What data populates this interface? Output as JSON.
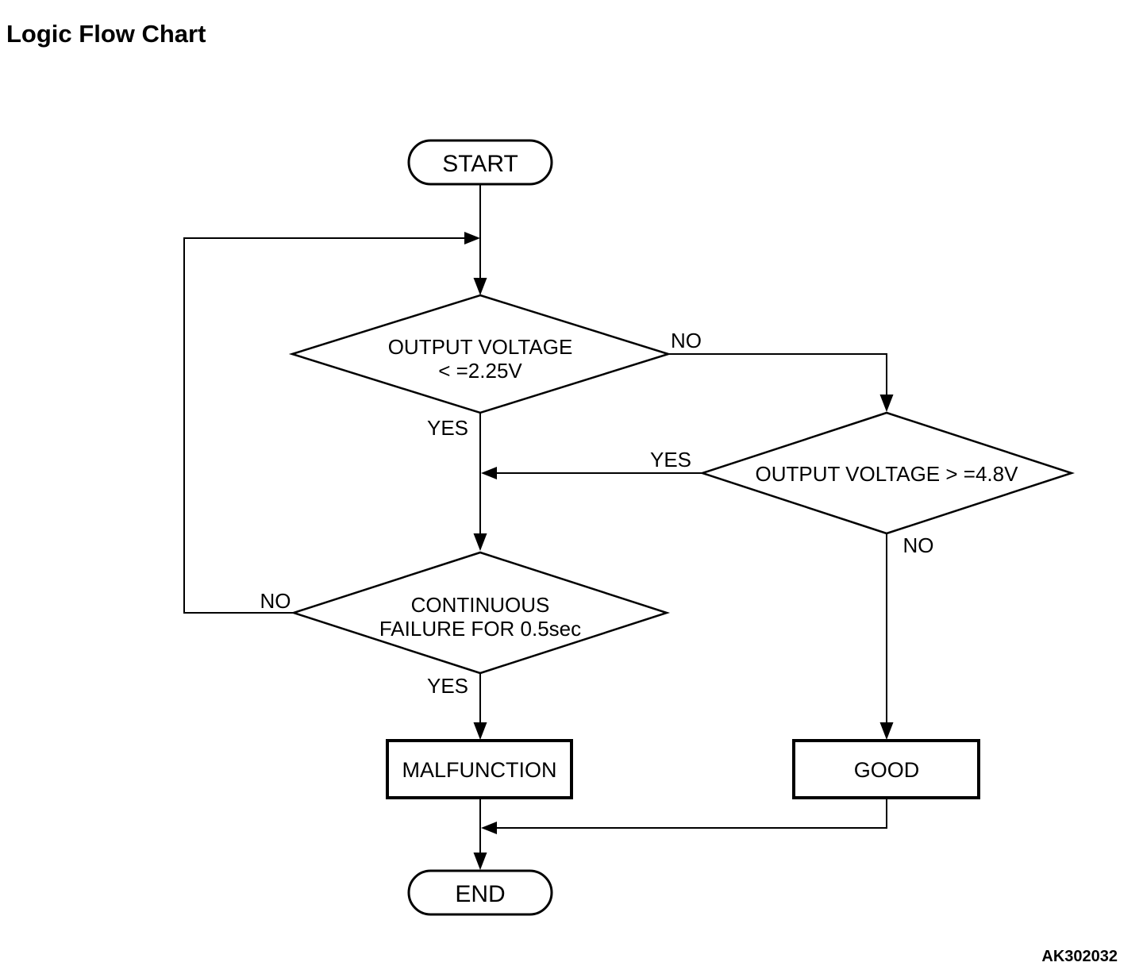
{
  "title": "Logic Flow Chart",
  "footer_code": "AK302032",
  "colors": {
    "ink": "#000000",
    "background": "#ffffff"
  },
  "flowchart": {
    "nodes": {
      "start": {
        "type": "terminator",
        "label": "START"
      },
      "decision_output_low": {
        "type": "decision",
        "lines": [
          "OUTPUT VOLTAGE",
          "< =2.25V"
        ]
      },
      "decision_output_high": {
        "type": "decision",
        "lines": [
          "OUTPUT VOLTAGE > =4.8V"
        ]
      },
      "decision_continuous": {
        "type": "decision",
        "lines": [
          "CONTINUOUS",
          "FAILURE FOR 0.5sec"
        ]
      },
      "malfunction": {
        "type": "process",
        "label": "MALFUNCTION"
      },
      "good": {
        "type": "process",
        "label": "GOOD"
      },
      "end": {
        "type": "terminator",
        "label": "END"
      }
    },
    "edges": [
      {
        "from": "start",
        "to": "decision_output_low",
        "label": ""
      },
      {
        "from": "decision_output_low",
        "to": "decision_output_high",
        "label": "NO"
      },
      {
        "from": "decision_output_low",
        "to": "decision_continuous",
        "label": "YES"
      },
      {
        "from": "decision_output_high",
        "to": "decision_continuous",
        "label": "YES"
      },
      {
        "from": "decision_output_high",
        "to": "good",
        "label": "NO"
      },
      {
        "from": "decision_continuous",
        "to": "decision_output_low",
        "label": "NO"
      },
      {
        "from": "decision_continuous",
        "to": "malfunction",
        "label": "YES"
      },
      {
        "from": "malfunction",
        "to": "end",
        "label": ""
      },
      {
        "from": "good",
        "to": "end",
        "label": ""
      }
    ]
  }
}
